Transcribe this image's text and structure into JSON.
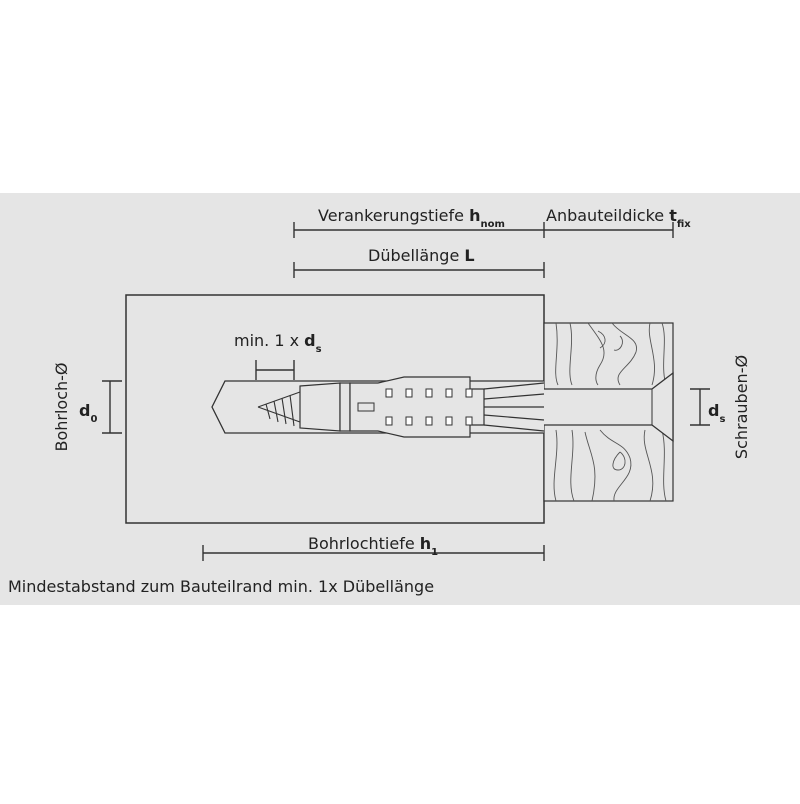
{
  "labels": {
    "anchorage_depth": {
      "text": "Verankerungstiefe ",
      "symbol": "h",
      "subscript": "nom"
    },
    "fixture_thickness": {
      "text": "Anbauteildicke ",
      "symbol": "t",
      "subscript": "fix"
    },
    "plug_length": {
      "text": "Dübellänge ",
      "symbol": "L"
    },
    "min_screw": {
      "text": "min. 1 x ",
      "symbol": "d",
      "subscript": "s"
    },
    "hole_diameter_symbol": {
      "symbol": "d",
      "subscript": "0"
    },
    "hole_diameter_label": "Bohrloch-Ø",
    "screw_diameter_symbol": {
      "symbol": "d",
      "subscript": "s"
    },
    "screw_diameter_label": "Schrauben-Ø",
    "drill_depth": {
      "text": "Bohrlochtiefe ",
      "symbol": "h",
      "subscript": "1"
    },
    "edge_distance_note": "Mindestabstand zum Bauteilrand min. 1x Dübellänge"
  },
  "colors": {
    "background_panel": "#e5e5e5",
    "line": "#333333",
    "text": "#222222",
    "page": "#ffffff"
  }
}
